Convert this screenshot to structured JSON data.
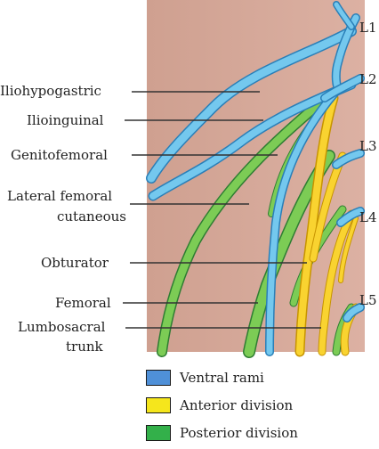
{
  "labels": {
    "iliohypogastric": "Iliohypogastric",
    "ilioinguinal": "Ilioinguinal",
    "genitofemoral": "Genitofemoral",
    "lateral_femoral_1": "Lateral femoral",
    "lateral_femoral_2": "cutaneous",
    "obturator": "Obturator",
    "femoral": "Femoral",
    "lumbosacral_1": "Lumbosacral",
    "lumbosacral_2": "trunk"
  },
  "levels": [
    "L1",
    "L2",
    "L3",
    "L4",
    "L5"
  ],
  "legend": [
    {
      "label": "Ventral rami",
      "color": "#4f90d8"
    },
    {
      "label": "Anterior division",
      "color": "#f5e61c"
    },
    {
      "label": "Posterior division",
      "color": "#33b04a"
    }
  ],
  "colors": {
    "background_panel": "#d7a898",
    "ventral": "#6fc3ea",
    "anterior": "#f7cf2c",
    "posterior": "#6fbf4a",
    "leader": "#333333"
  }
}
